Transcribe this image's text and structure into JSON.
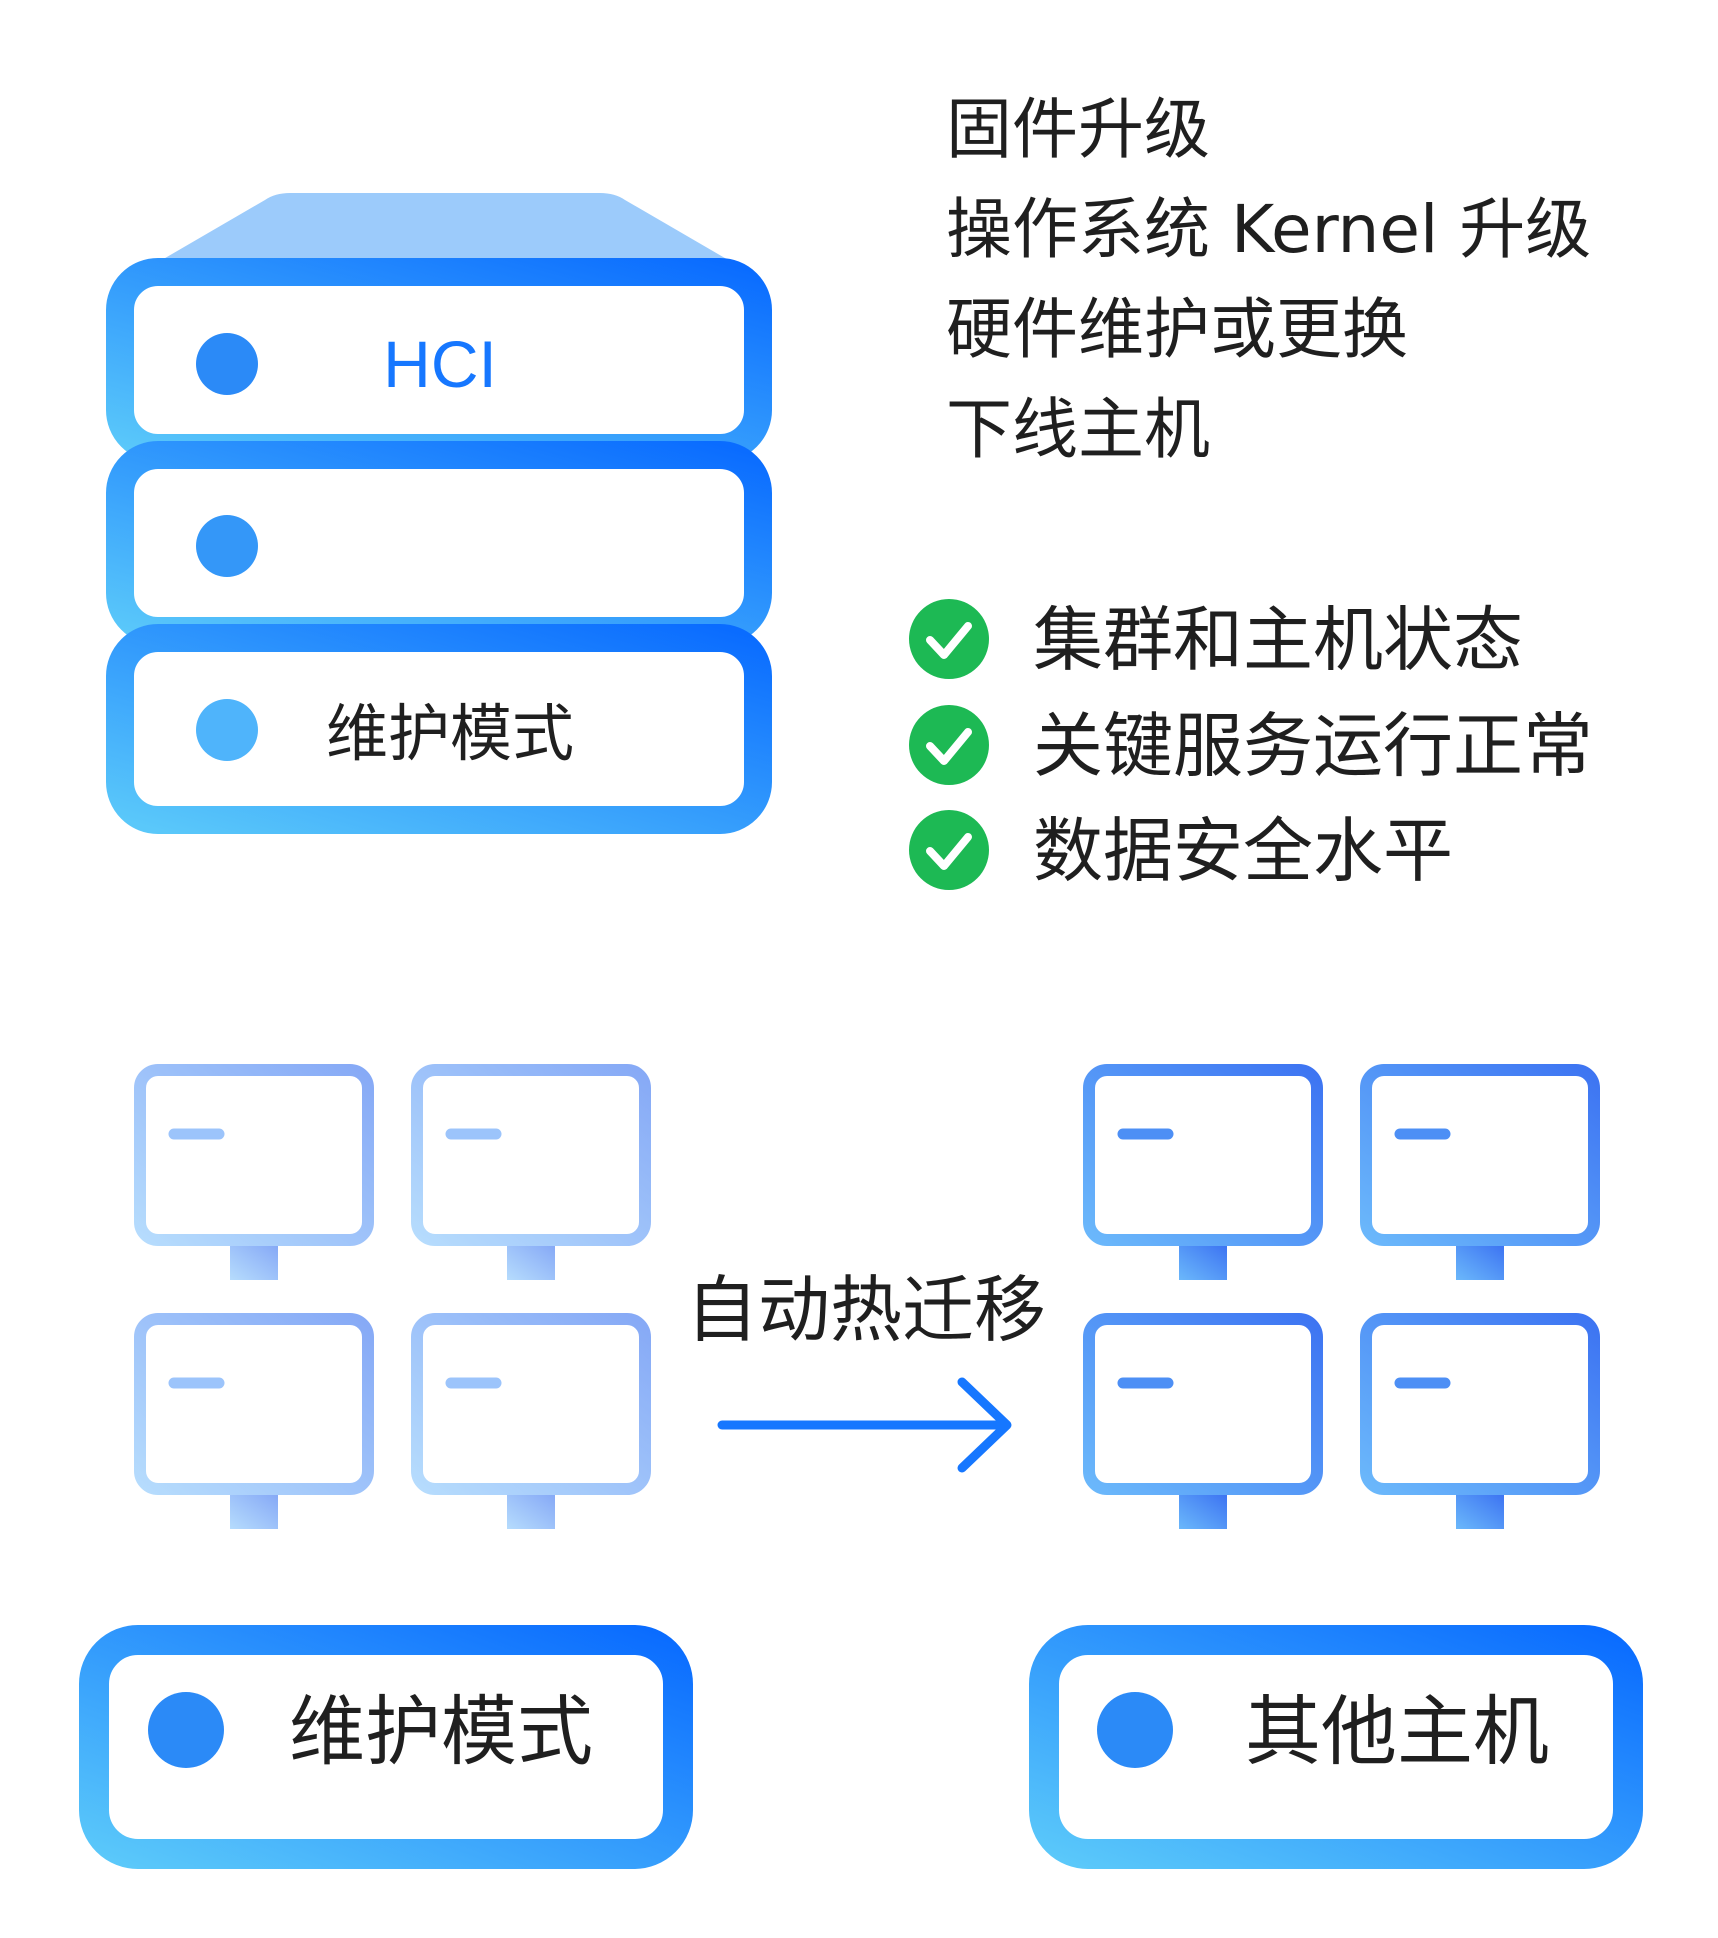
{
  "server": {
    "title": "HCI",
    "mode_label": "维护模式"
  },
  "operations": [
    "固件升级",
    "操作系统 Kernel 升级",
    "硬件维护或更换",
    "下线主机"
  ],
  "checks": [
    "集群和主机状态",
    "关键服务运行正常",
    "数据安全水平"
  ],
  "migration": {
    "label": "自动热迁移"
  },
  "bottom": {
    "left_label": "维护模式",
    "right_label": "其他主机"
  },
  "colors": {
    "primary": "#1677ff",
    "light": "#5ac8fa",
    "check": "#1db954",
    "lid": "#9ccbfb"
  }
}
